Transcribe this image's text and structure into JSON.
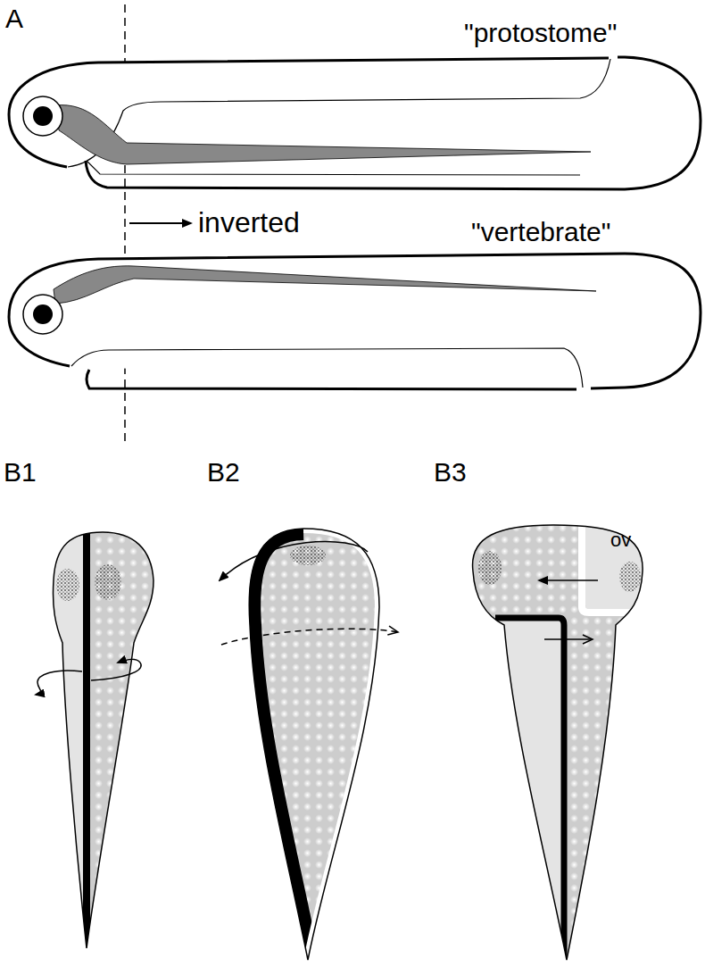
{
  "diagram": {
    "labels": [
      "A",
      "\"protostome\"",
      "inverted",
      "\"vertebrate\"",
      "B1",
      "B2",
      "B3",
      "ov"
    ]
  }
}
